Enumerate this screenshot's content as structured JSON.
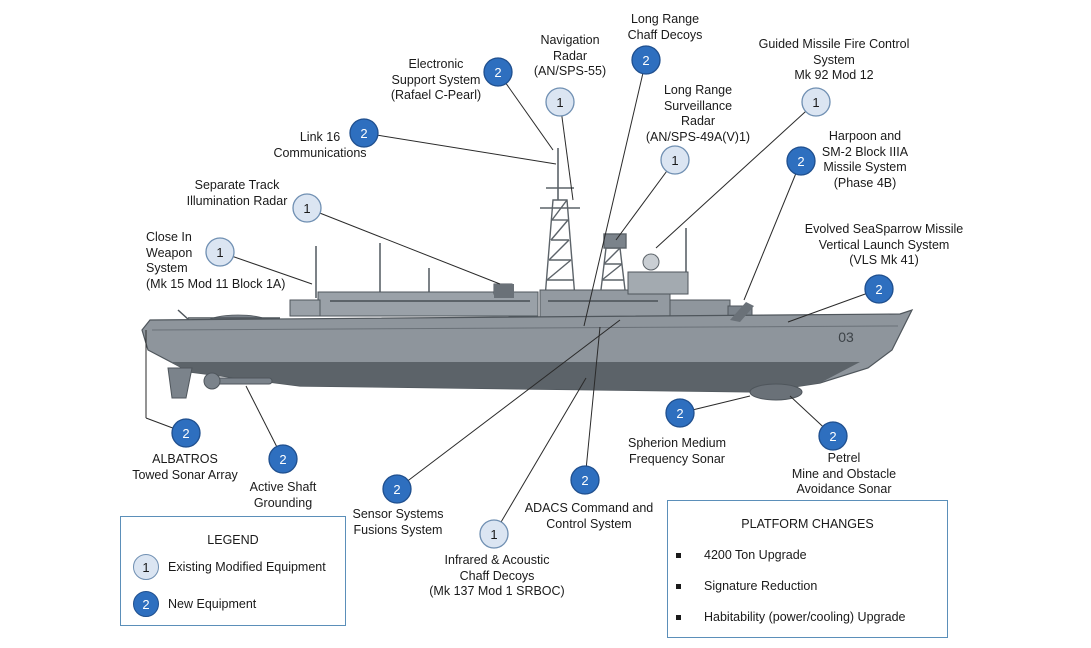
{
  "callouts": [
    {
      "id": "navigation-radar",
      "number": "1",
      "type": "existing",
      "lines": [
        "Navigation",
        "Radar",
        "(AN/SPS-55)"
      ]
    },
    {
      "id": "long-range-chaff",
      "number": "2",
      "type": "new",
      "lines": [
        "Long Range",
        "Chaff Decoys"
      ]
    },
    {
      "id": "electronic-support",
      "number": "2",
      "type": "new",
      "lines": [
        "Electronic",
        "Support System",
        "(Rafael C-Pearl)"
      ]
    },
    {
      "id": "guided-missile-fc",
      "number": "1",
      "type": "existing",
      "lines": [
        "Guided Missile Fire Control",
        "System",
        "Mk 92 Mod 12"
      ]
    },
    {
      "id": "surveillance-radar",
      "number": "1",
      "type": "existing",
      "lines": [
        "Long Range",
        "Surveillance",
        "Radar",
        "(AN/SPS-49A(V)1)"
      ]
    },
    {
      "id": "link16",
      "number": "2",
      "type": "new",
      "lines": [
        "Link 16",
        "Communications"
      ]
    },
    {
      "id": "harpoon",
      "number": "2",
      "type": "new",
      "lines": [
        "Harpoon and",
        "SM-2 Block IIIA",
        "Missile System",
        "(Phase 4B)"
      ]
    },
    {
      "id": "separate-track",
      "number": "1",
      "type": "existing",
      "lines": [
        "Separate Track",
        "Illumination Radar"
      ]
    },
    {
      "id": "ciws",
      "number": "1",
      "type": "existing",
      "lines": [
        "Close In",
        "Weapon",
        "System",
        "(Mk 15 Mod 11 Block 1A)"
      ]
    },
    {
      "id": "essm",
      "number": "2",
      "type": "new",
      "lines": [
        "Evolved SeaSparrow Missile",
        "Vertical Launch System",
        "(VLS Mk 41)"
      ]
    },
    {
      "id": "albatros",
      "number": "2",
      "type": "new",
      "lines": [
        "ALBATROS",
        "Towed Sonar Array"
      ]
    },
    {
      "id": "shaft-grounding",
      "number": "2",
      "type": "new",
      "lines": [
        "Active Shaft",
        "Grounding"
      ]
    },
    {
      "id": "sensor-fusion",
      "number": "2",
      "type": "new",
      "lines": [
        "Sensor Systems",
        "Fusions System"
      ]
    },
    {
      "id": "ir-chaff",
      "number": "1",
      "type": "existing",
      "lines": [
        "Infrared & Acoustic",
        "Chaff Decoys",
        "(Mk 137 Mod 1 SRBOC)"
      ]
    },
    {
      "id": "adacs",
      "number": "2",
      "type": "new",
      "lines": [
        "ADACS Command and",
        "Control System"
      ]
    },
    {
      "id": "spherion",
      "number": "2",
      "type": "new",
      "lines": [
        "Spherion Medium",
        "Frequency Sonar"
      ]
    },
    {
      "id": "petrel",
      "number": "2",
      "type": "new",
      "lines": [
        "Petrel",
        "Mine and Obstacle",
        "Avoidance Sonar"
      ]
    }
  ],
  "ship": {
    "hull_number": "03"
  },
  "legend": {
    "title": "LEGEND",
    "existing": {
      "number": "1",
      "label": "Existing Modified Equipment"
    },
    "new": {
      "number": "2",
      "label": "New Equipment"
    }
  },
  "platform_changes": {
    "title": "PLATFORM CHANGES",
    "items": [
      "4200 Ton Upgrade",
      "Signature Reduction",
      "Habitability (power/cooling) Upgrade"
    ]
  },
  "colors": {
    "new_fill": "#2e6fbf",
    "existing_fill": "#dbe5f2",
    "box_border": "#5b8fb9",
    "hull": "#8e959c",
    "hull_dark": "#5c6369"
  }
}
